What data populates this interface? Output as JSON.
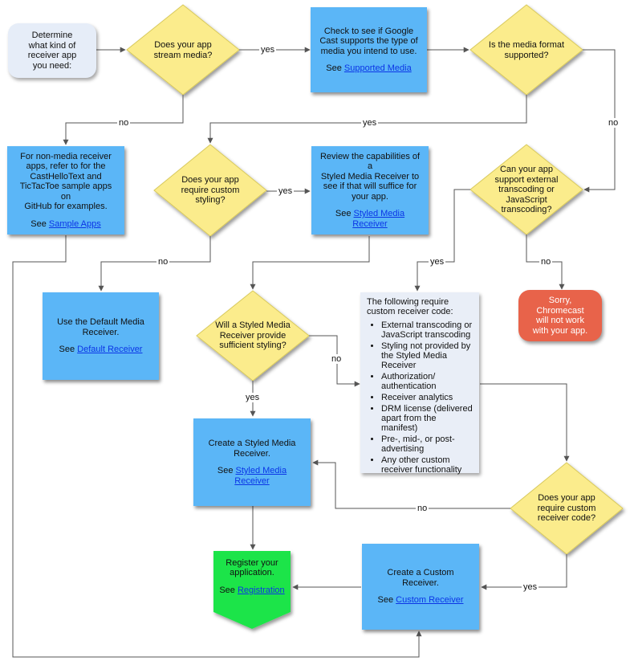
{
  "start": [
    "Determine",
    "what kind of",
    "receiver app",
    "you need:"
  ],
  "diamonds": {
    "stream": [
      "Does your app",
      "stream media?"
    ],
    "format": [
      "Is the media format",
      "supported?"
    ],
    "custom_styling": [
      "Does your app",
      "require custom",
      "styling?"
    ],
    "transcoding": [
      "Can your app",
      "support external",
      "transcoding or",
      "JavaScript",
      "transcoding?"
    ],
    "sufficient": [
      "Will a Styled Media",
      "Receiver provide",
      "sufficient styling?"
    ],
    "custom_code": [
      "Does your app",
      "require custom",
      "receiver code?"
    ]
  },
  "boxes": {
    "check_cast": {
      "lines": [
        "Check to see if Google",
        "Cast supports the type of",
        "media you intend to use."
      ],
      "see": "See",
      "link": "Supported Media"
    },
    "non_media": {
      "lines": [
        "For non-media receiver",
        "apps, refer to for the",
        "CastHelloText and",
        "TicTacToe sample apps on",
        "GitHub for examples."
      ],
      "see": "See",
      "link": "Sample Apps"
    },
    "review": {
      "lines": [
        "Review the capabilities of a",
        "Styled Media Receiver to",
        "see if that will suffice for",
        "your app."
      ],
      "see": "See",
      "link": "Styled Media Receiver"
    },
    "default": {
      "lines": [
        "Use the Default Media",
        "Receiver."
      ],
      "see": "See",
      "link": "Default Receiver"
    },
    "create_styled": {
      "lines": [
        "Create a Styled Media",
        "Receiver."
      ],
      "see": "See",
      "link": "Styled Media Receiver"
    },
    "create_custom": {
      "lines": [
        "Create a Custom Receiver."
      ],
      "see": "See",
      "link": "Custom Receiver"
    },
    "register": {
      "lines": [
        "Register your",
        "application."
      ],
      "see": "See",
      "link": "Registration"
    }
  },
  "sorry": [
    "Sorry,",
    "Chromecast",
    "will not work",
    "with your app."
  ],
  "note": {
    "heading": "The following require custom receiver code:",
    "items": [
      "External transcoding or JavaScript transcoding",
      "Styling not provided by the Styled Media Receiver",
      "Authorization/ authentication",
      "Receiver analytics",
      "DRM license (delivered apart from the manifest)",
      "Pre-, mid-, or post-advertising",
      "Any other custom receiver functionality"
    ]
  },
  "labels": {
    "yes_stream": "yes",
    "no_stream": "no",
    "yes_format": "yes",
    "no_format": "no",
    "yes_styling": "yes",
    "no_styling": "no",
    "yes_transcoding": "yes",
    "no_transcoding": "no",
    "no_sufficient": "no",
    "yes_sufficient": "yes",
    "no_custom_code": "no",
    "yes_custom_code": "yes"
  },
  "colors": {
    "box": "#5bb6f7",
    "diamond": "#fbec8c",
    "register": "#1ee44a",
    "sorry": "#e8634a",
    "start": "#e6edf8",
    "note": "#e9eef7",
    "link": "#0b35e6"
  }
}
